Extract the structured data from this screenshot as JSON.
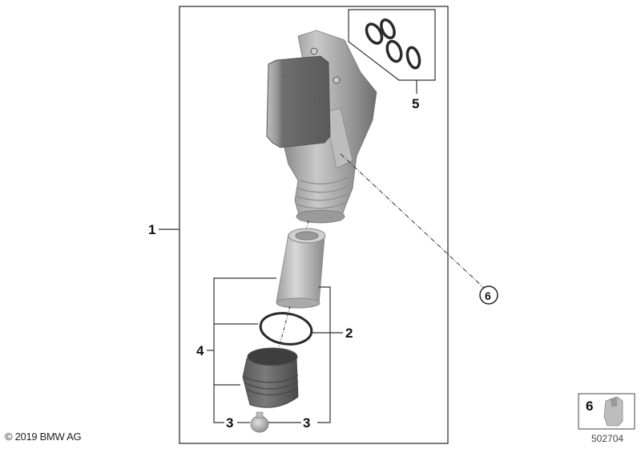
{
  "diagram": {
    "type": "parts-exploded-view",
    "subject": "Oil filter housing with oil cooler",
    "callouts": [
      {
        "id": "1",
        "label": "1",
        "part": "oil-filter-housing-assembly"
      },
      {
        "id": "2",
        "label": "2",
        "part": "o-ring"
      },
      {
        "id": "3a",
        "label": "3",
        "part": "drain-plug"
      },
      {
        "id": "3b",
        "label": "3",
        "part": "drain-plug"
      },
      {
        "id": "4",
        "label": "4",
        "part": "filter-cap-kit"
      },
      {
        "id": "5",
        "label": "5",
        "part": "gasket-set"
      },
      {
        "id": "6",
        "label": "6",
        "part": "clip",
        "circled": true
      }
    ],
    "inset": {
      "label": "6"
    },
    "copyright": "© 2019 BMW AG",
    "image_number": "502704"
  }
}
